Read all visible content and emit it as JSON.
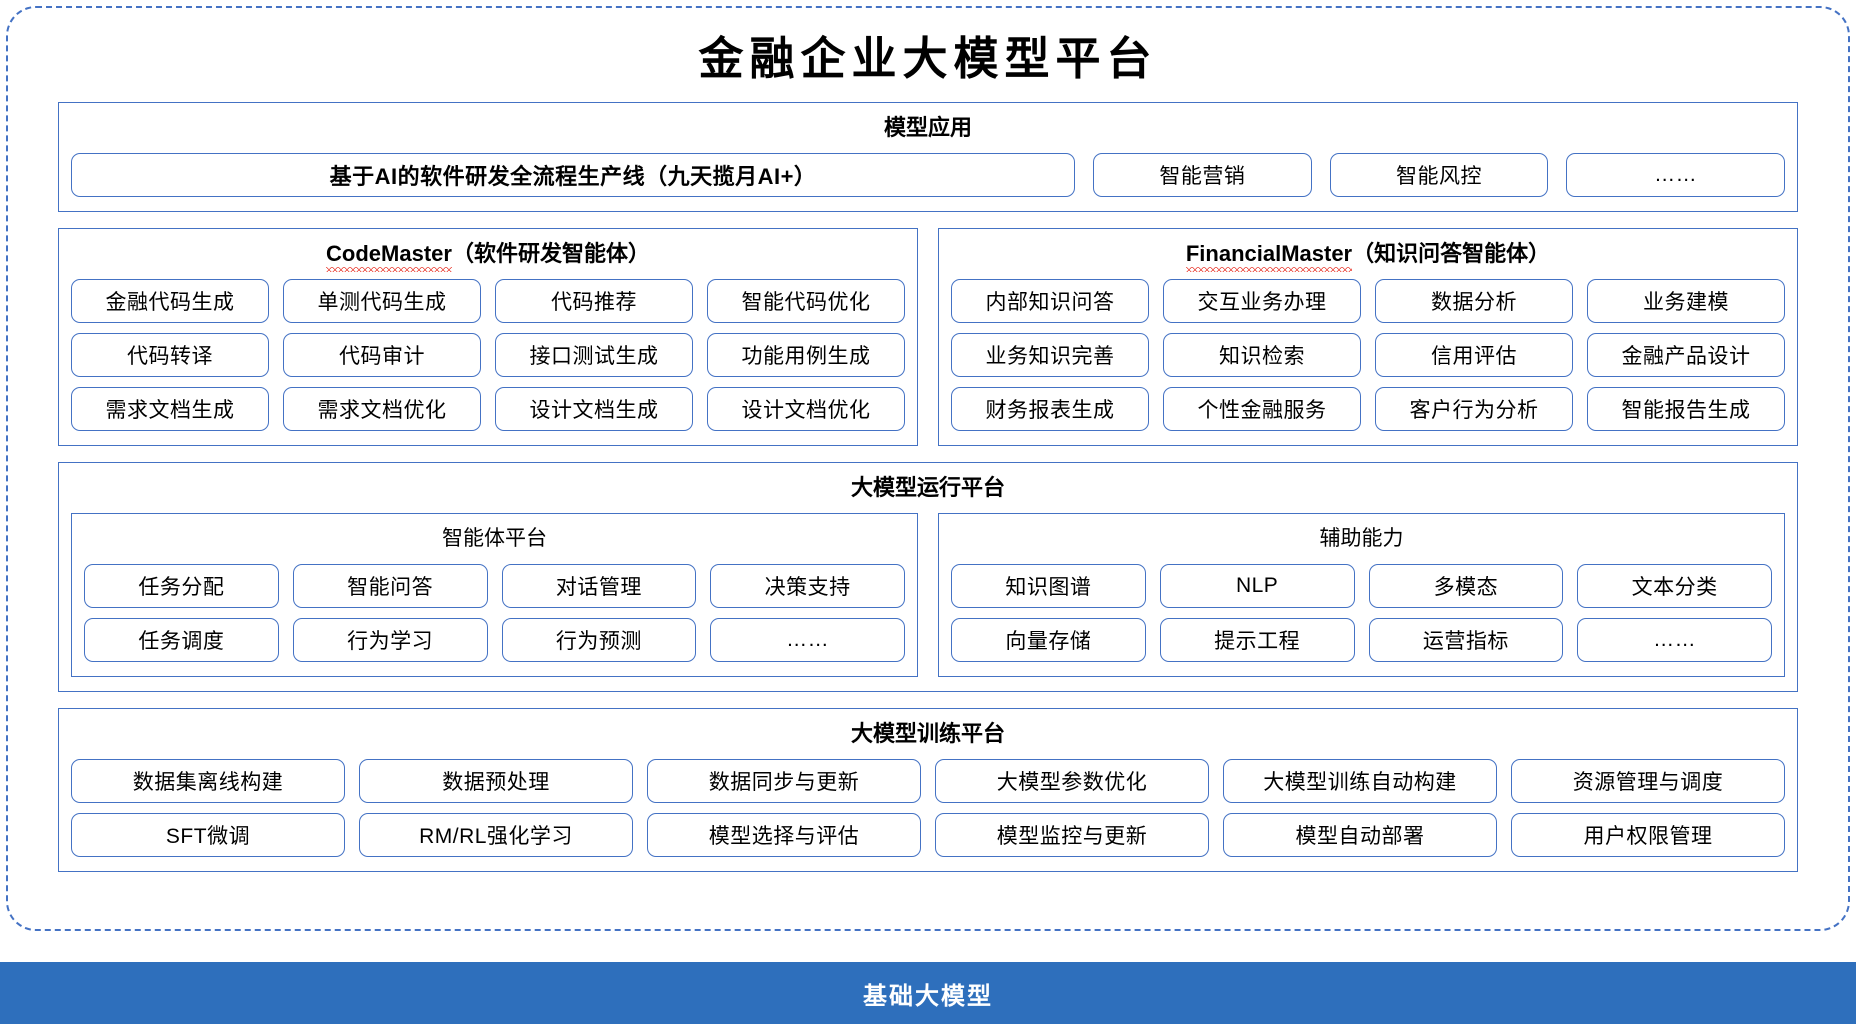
{
  "title": "金融企业大模型平台",
  "sections": {
    "applications": {
      "title": "模型应用",
      "items": [
        "基于AI的软件研发全流程生产线（九天揽月AI+）",
        "智能营销",
        "智能风控",
        "……"
      ]
    },
    "agents": [
      {
        "name_latin": "CodeMaster",
        "name_cn": "（软件研发智能体）",
        "rows": [
          [
            "金融代码生成",
            "单测代码生成",
            "代码推荐",
            "智能代码优化"
          ],
          [
            "代码转译",
            "代码审计",
            "接口测试生成",
            "功能用例生成"
          ],
          [
            "需求文档生成",
            "需求文档优化",
            "设计文档生成",
            "设计文档优化"
          ]
        ]
      },
      {
        "name_latin": "FinancialMaster",
        "name_cn": "（知识问答智能体）",
        "rows": [
          [
            "内部知识问答",
            "交互业务办理",
            "数据分析",
            "业务建模"
          ],
          [
            "业务知识完善",
            "知识检索",
            "信用评估",
            "金融产品设计"
          ],
          [
            "财务报表生成",
            "个性金融服务",
            "客户行为分析",
            "智能报告生成"
          ]
        ]
      }
    ],
    "runtime": {
      "title": "大模型运行平台",
      "panels": [
        {
          "title": "智能体平台",
          "rows": [
            [
              "任务分配",
              "智能问答",
              "对话管理",
              "决策支持"
            ],
            [
              "任务调度",
              "行为学习",
              "行为预测",
              "……"
            ]
          ]
        },
        {
          "title": "辅助能力",
          "rows": [
            [
              "知识图谱",
              "NLP",
              "多模态",
              "文本分类"
            ],
            [
              "向量存储",
              "提示工程",
              "运营指标",
              "……"
            ]
          ]
        }
      ]
    },
    "training": {
      "title": "大模型训练平台",
      "rows": [
        [
          "数据集离线构建",
          "数据预处理",
          "数据同步与更新",
          "大模型参数优化",
          "大模型训练自动构建",
          "资源管理与调度"
        ],
        [
          "SFT微调",
          "RM/RL强化学习",
          "模型选择与评估",
          "模型监控与更新",
          "模型自动部署",
          "用户权限管理"
        ]
      ]
    },
    "foundation": {
      "label": "基础大模型"
    }
  },
  "colors": {
    "border_blue": "#4472c4",
    "foundation_blue": "#2e6fbc",
    "spellcheck_red": "#e8352a"
  }
}
